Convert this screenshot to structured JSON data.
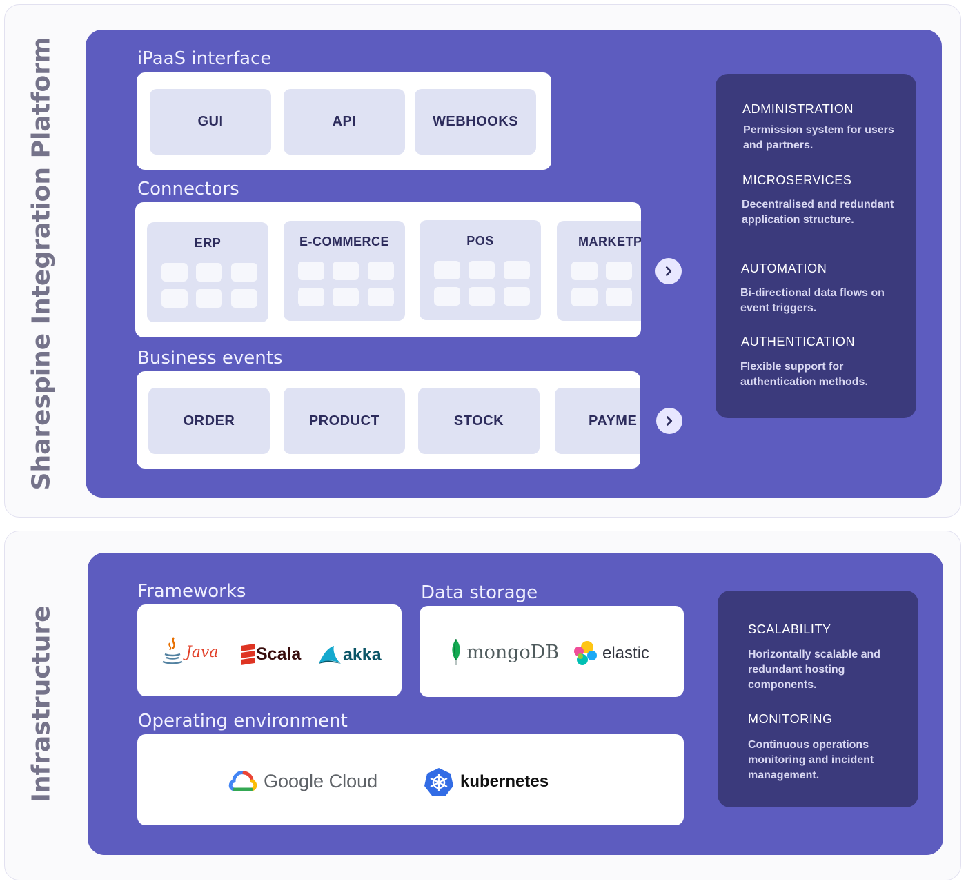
{
  "platform": {
    "title": "Sharespine Integration Platform",
    "ipaas": {
      "title": "iPaaS interface",
      "items": [
        "GUI",
        "API",
        "WEBHOOKS"
      ]
    },
    "connectors": {
      "title": "Connectors",
      "items": [
        "ERP",
        "E-COMMERCE",
        "POS",
        "MARKETP"
      ]
    },
    "business_events": {
      "title": "Business events",
      "items": [
        "ORDER",
        "PRODUCT",
        "STOCK",
        "PAYME"
      ]
    },
    "features": [
      {
        "heading": "ADMINISTRATION",
        "text": "Permission system for users and partners."
      },
      {
        "heading": "MICROSERVICES",
        "text": "Decentralised and redundant application structure."
      },
      {
        "heading": "AUTOMATION",
        "text": "Bi-directional data flows on event triggers."
      },
      {
        "heading": "AUTHENTICATION",
        "text": "Flexible support for authentication methods."
      }
    ]
  },
  "infrastructure": {
    "title": "Infrastructure",
    "frameworks": {
      "title": "Frameworks",
      "logos": [
        "Java",
        "Scala",
        "akka"
      ]
    },
    "data_storage": {
      "title": "Data storage",
      "logos": [
        "mongoDB",
        "elastic"
      ]
    },
    "operating_environment": {
      "title": "Operating environment",
      "logos": [
        "Google Cloud",
        "kubernetes"
      ]
    },
    "features": [
      {
        "heading": "SCALABILITY",
        "text": "Horizontally scalable and redundant hosting components."
      },
      {
        "heading": "MONITORING",
        "text": "Continuous operations monitoring and incident management."
      }
    ]
  },
  "colors": {
    "panel": "#5d5cbf",
    "side_panel": "#3b3a7c",
    "tile": "#dfe2f3",
    "label": "#2d2c5c"
  },
  "icons": [
    "chevron-right-icon",
    "java-logo-icon",
    "scala-logo-icon",
    "akka-logo-icon",
    "mongodb-leaf-icon",
    "elastic-logo-icon",
    "google-cloud-logo-icon",
    "kubernetes-logo-icon"
  ]
}
